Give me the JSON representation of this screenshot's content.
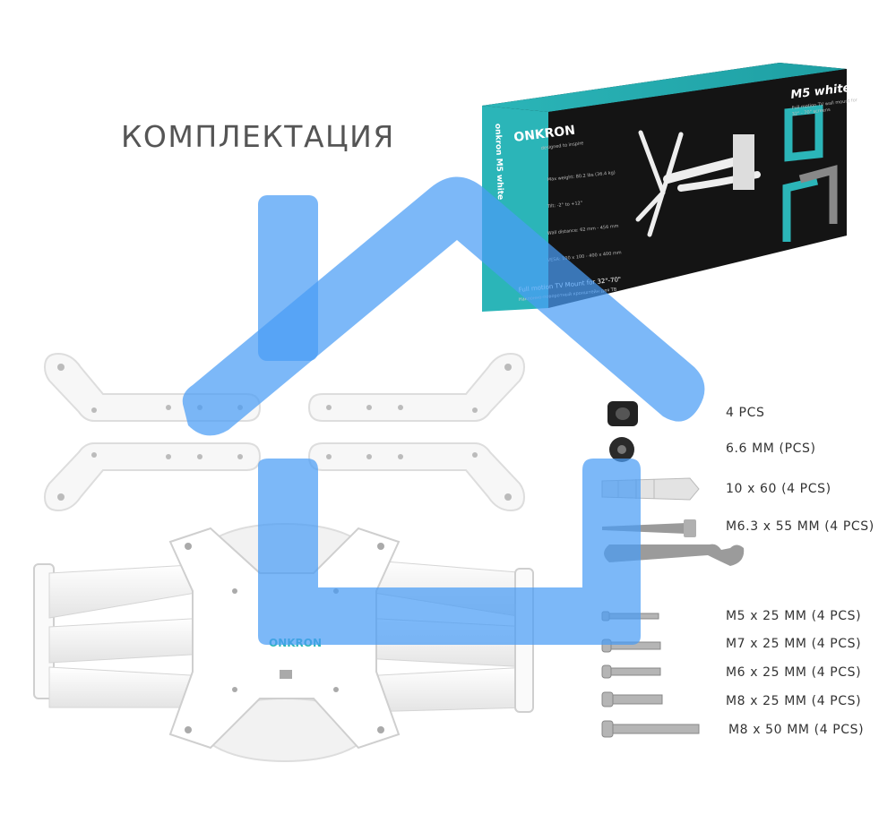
{
  "heading": "КОМПЛЕКТАЦИЯ",
  "box": {
    "brand": "ONKRON",
    "tagline": "designed to inspire",
    "model": "M5 white",
    "side_text": "onkron M5 white",
    "subtitle_en": "Full motion TV wall mount for",
    "subtitle_screens": "32\" - 70\" screens",
    "spec_weight": "Max weight: 80.2 lbs (36.4 kg)",
    "spec_tilt": "Tilt: -2° to +12°",
    "spec_distance": "Wall distance: 62 mm - 456 mm",
    "spec_vesa": "VESA: 100 x 100 - 400 x 400 mm",
    "bottom_en": "Full motion TV Mount for 32\"-70\"",
    "bottom_ru": "Наклонно-поворотный кронштейн для ТВ"
  },
  "mount_logo": "ONKRON",
  "parts": [
    {
      "key": "spacer",
      "label": "4 PCS"
    },
    {
      "key": "washer",
      "label": "6.6 MM (PCS)"
    },
    {
      "key": "anchor",
      "label": "10 x 60 (4 PCS)"
    },
    {
      "key": "lag",
      "label": "M6.3 x 55 MM (4 PCS)"
    },
    {
      "key": "m5",
      "label": "M5 x 25 MM (4 PCS)"
    },
    {
      "key": "m7",
      "label": "M7 x 25 MM (4 PCS)"
    },
    {
      "key": "m6",
      "label": "M6 x 25 MM (4 PCS)"
    },
    {
      "key": "m8",
      "label": "M8 x 25 MM (4 PCS)"
    },
    {
      "key": "m8long",
      "label": "M8 x 50 MM (4 PCS)"
    }
  ],
  "colors": {
    "overlay_blue": "#4a9cf5",
    "box_teal": "#2bb5b8",
    "box_dark": "#141414"
  }
}
